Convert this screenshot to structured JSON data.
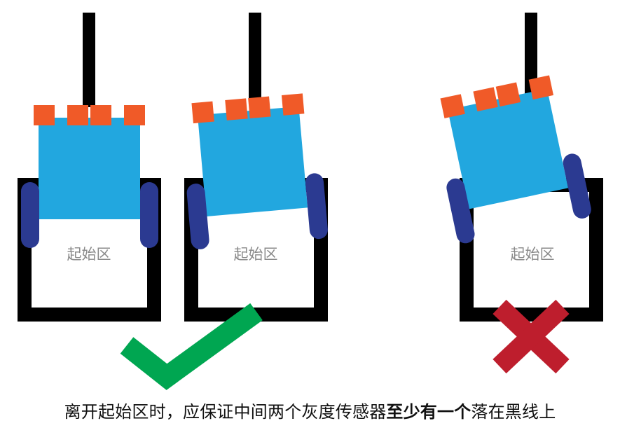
{
  "colors": {
    "black_line": "#000000",
    "robot_body": "#22a7df",
    "sensor": "#f05a28",
    "wheel": "#2b3a91",
    "check": "#00a651",
    "cross": "#be1e2d",
    "start_label": "#8a8a8a"
  },
  "scenes": [
    {
      "start_label": "起始区",
      "verdict": "check-mark-icon"
    },
    {
      "start_label": "起始区",
      "verdict": "check-mark-icon"
    },
    {
      "start_label": "起始区",
      "verdict": "cross-mark-icon"
    }
  ],
  "caption": {
    "part1": "离开起始区时，应保证中间两个灰度传感器",
    "emphasis": "至少有一个",
    "part2": "落在黑线上"
  }
}
